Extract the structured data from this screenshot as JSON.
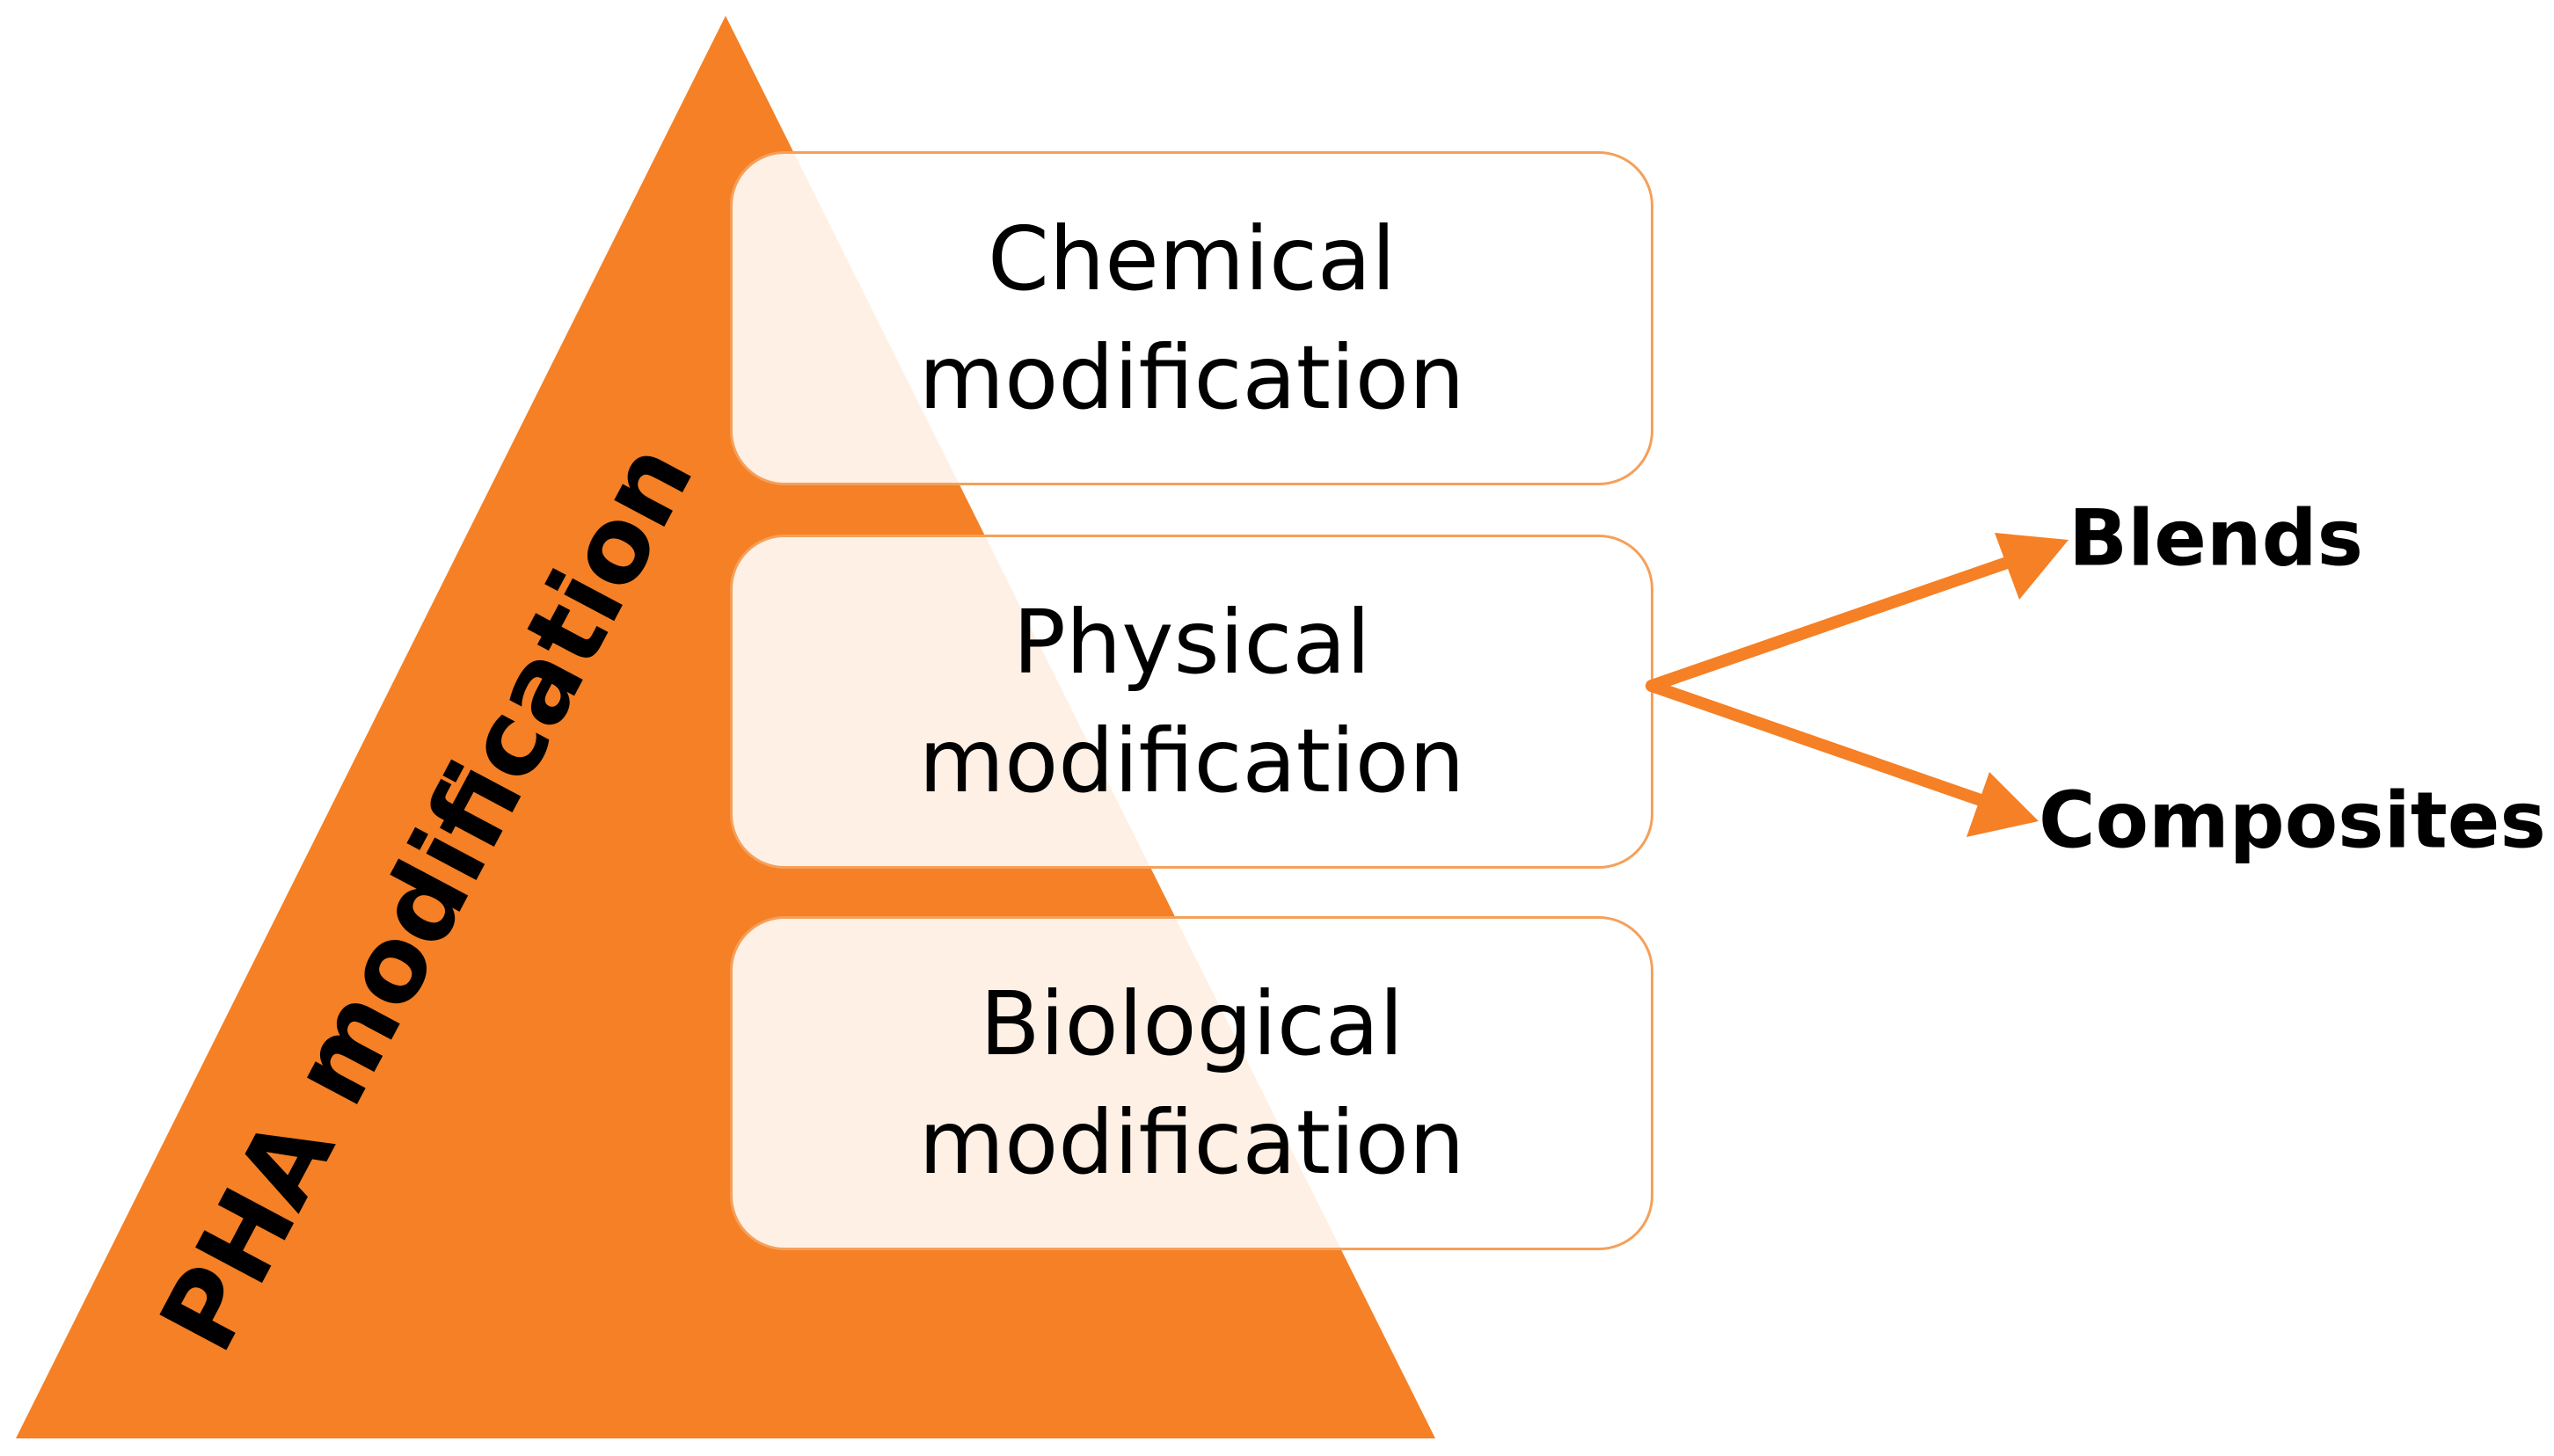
{
  "pyramid": {
    "label": "PHA modification",
    "fill_color": "#f58025"
  },
  "boxes": [
    {
      "line1": "Chemical",
      "line2": "modification"
    },
    {
      "line1": "Physical",
      "line2": "modification"
    },
    {
      "line1": "Biological",
      "line2": "modification"
    }
  ],
  "outcomes": {
    "blends": "Blends",
    "composites": "Composites"
  },
  "colors": {
    "accent": "#f58025",
    "box_border": "#f5a05a"
  }
}
